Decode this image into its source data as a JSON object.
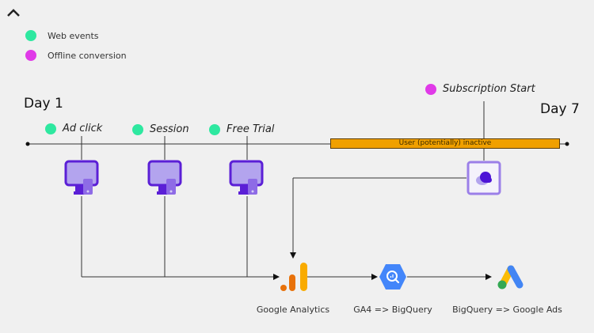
{
  "collapse_icon": "chevron-up-icon",
  "legend": [
    {
      "label": "Web events",
      "color": "#2ee8a0"
    },
    {
      "label": "Offline conversion",
      "color": "#e03ae8"
    }
  ],
  "timeline": {
    "start_label": "Day 1",
    "end_label": "Day 7",
    "inactive_label": "User (potentially) inactive",
    "inactive_color": "#f0a000"
  },
  "events": [
    {
      "label": "Ad click",
      "type": "web",
      "icon": "monitor-phone-icon"
    },
    {
      "label": "Session",
      "type": "web",
      "icon": "monitor-phone-icon"
    },
    {
      "label": "Free Trial",
      "type": "web",
      "icon": "monitor-phone-icon"
    },
    {
      "label": "Subscription Start",
      "type": "offline",
      "icon": "cloud-icon"
    }
  ],
  "pipeline": [
    {
      "label": "Google Analytics",
      "icon": "google-analytics-icon"
    },
    {
      "label": "GA4 => BigQuery",
      "icon": "bigquery-icon"
    },
    {
      "label": "BigQuery => Google Ads",
      "icon": "google-ads-icon"
    }
  ]
}
